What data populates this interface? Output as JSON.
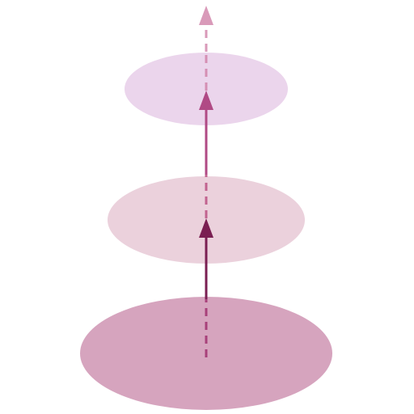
{
  "diagram": {
    "type": "stacked-ellipse-vector-diagram",
    "layers": [
      {
        "id": "bottom-layer",
        "fill": "#d6a4be"
      },
      {
        "id": "middle-layer",
        "fill": "#ebd1dc"
      },
      {
        "id": "top-layer",
        "fill": "#ebd5ec"
      }
    ],
    "arrows": [
      {
        "id": "bottom-to-middle",
        "color": "#7a1f52",
        "style": "solid",
        "head": "triangle"
      },
      {
        "id": "middle-to-top",
        "color": "#b04a85",
        "style": "solid",
        "head": "triangle"
      },
      {
        "id": "top-outward",
        "color": "#d99ab9",
        "style": "dashed",
        "head": "triangle"
      }
    ],
    "dashed_segments": [
      {
        "id": "inside-bottom-layer",
        "color": "#a8417a"
      },
      {
        "id": "inside-middle-layer",
        "color": "#c2638f"
      },
      {
        "id": "inside-top-layer",
        "color": "#d58fb3"
      }
    ]
  }
}
